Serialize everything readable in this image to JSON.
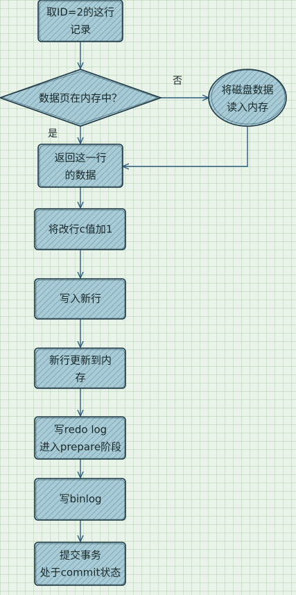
{
  "nodes": {
    "n1": {
      "lines": [
        "取ID=2的这行",
        "记录"
      ]
    },
    "n2": {
      "lines": [
        "数据页在内存中？"
      ]
    },
    "n3": {
      "lines": [
        "将磁盘数据",
        "读入内存"
      ]
    },
    "n4": {
      "lines": [
        "返回这一行",
        "的数据"
      ]
    },
    "n5": {
      "lines": [
        "将改行c值加1"
      ]
    },
    "n6": {
      "lines": [
        "写入新行"
      ]
    },
    "n7": {
      "lines": [
        "新行更新到内",
        "存"
      ]
    },
    "n8": {
      "lines": [
        "写redo log",
        "进入prepare阶段"
      ]
    },
    "n9": {
      "lines": [
        "写binlog"
      ]
    },
    "n10": {
      "lines": [
        "提交事务",
        "处于commit状态"
      ]
    }
  },
  "edge_labels": {
    "no": "否",
    "yes": "是"
  },
  "colors": {
    "fill": "#a9cbd6",
    "hatch": "#7fa9b8",
    "stroke": "#1f3a44",
    "arrow": "#2b5a7a"
  }
}
